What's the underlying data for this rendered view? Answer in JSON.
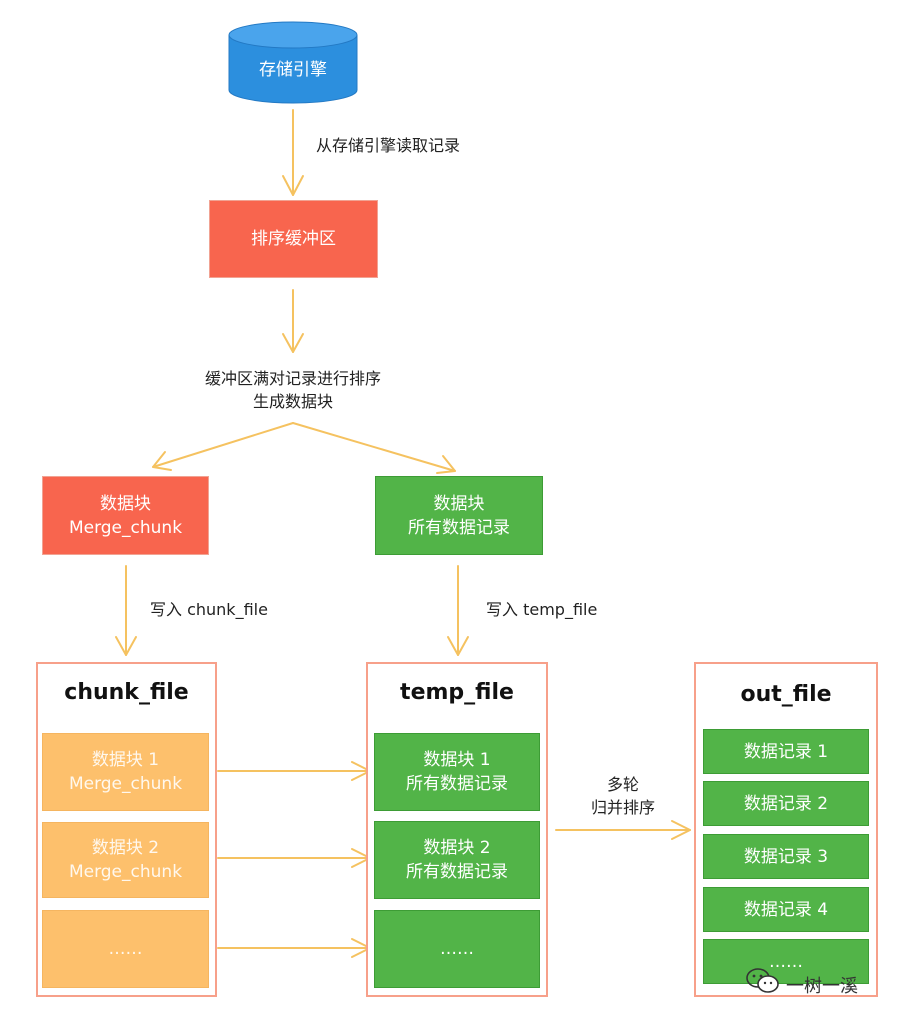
{
  "colors": {
    "arrow": "#f5c260",
    "db": "#2c8fde",
    "red": "#f8654e",
    "green": "#52b448",
    "orange": "#fdc06c",
    "container_border": "#f7a08a"
  },
  "storage": {
    "label": "存储引擎"
  },
  "edge_read": "从存储引擎读取记录",
  "sort_buffer": {
    "label": "排序缓冲区"
  },
  "edge_sort": {
    "line1": "缓冲区满对记录进行排序",
    "line2": "生成数据块"
  },
  "chunk_block": {
    "line1": "数据块",
    "line2": "Merge_chunk"
  },
  "data_block": {
    "line1": "数据块",
    "line2": "所有数据记录"
  },
  "edge_write_chunk": "写入 chunk_file",
  "edge_write_temp": "写入 temp_file",
  "chunk_file": {
    "title": "chunk_file",
    "items": [
      {
        "line1": "数据块 1",
        "line2": "Merge_chunk"
      },
      {
        "line1": "数据块 2",
        "line2": "Merge_chunk"
      },
      {
        "line1": "……",
        "line2": ""
      }
    ]
  },
  "temp_file": {
    "title": "temp_file",
    "items": [
      {
        "line1": "数据块 1",
        "line2": "所有数据记录"
      },
      {
        "line1": "数据块 2",
        "line2": "所有数据记录"
      },
      {
        "line1": "……",
        "line2": ""
      }
    ]
  },
  "edge_merge": {
    "line1": "多轮",
    "line2": "归并排序"
  },
  "out_file": {
    "title": "out_file",
    "items": [
      "数据记录 1",
      "数据记录 2",
      "数据记录 3",
      "数据记录 4",
      "……"
    ]
  },
  "watermark": "一树一溪"
}
